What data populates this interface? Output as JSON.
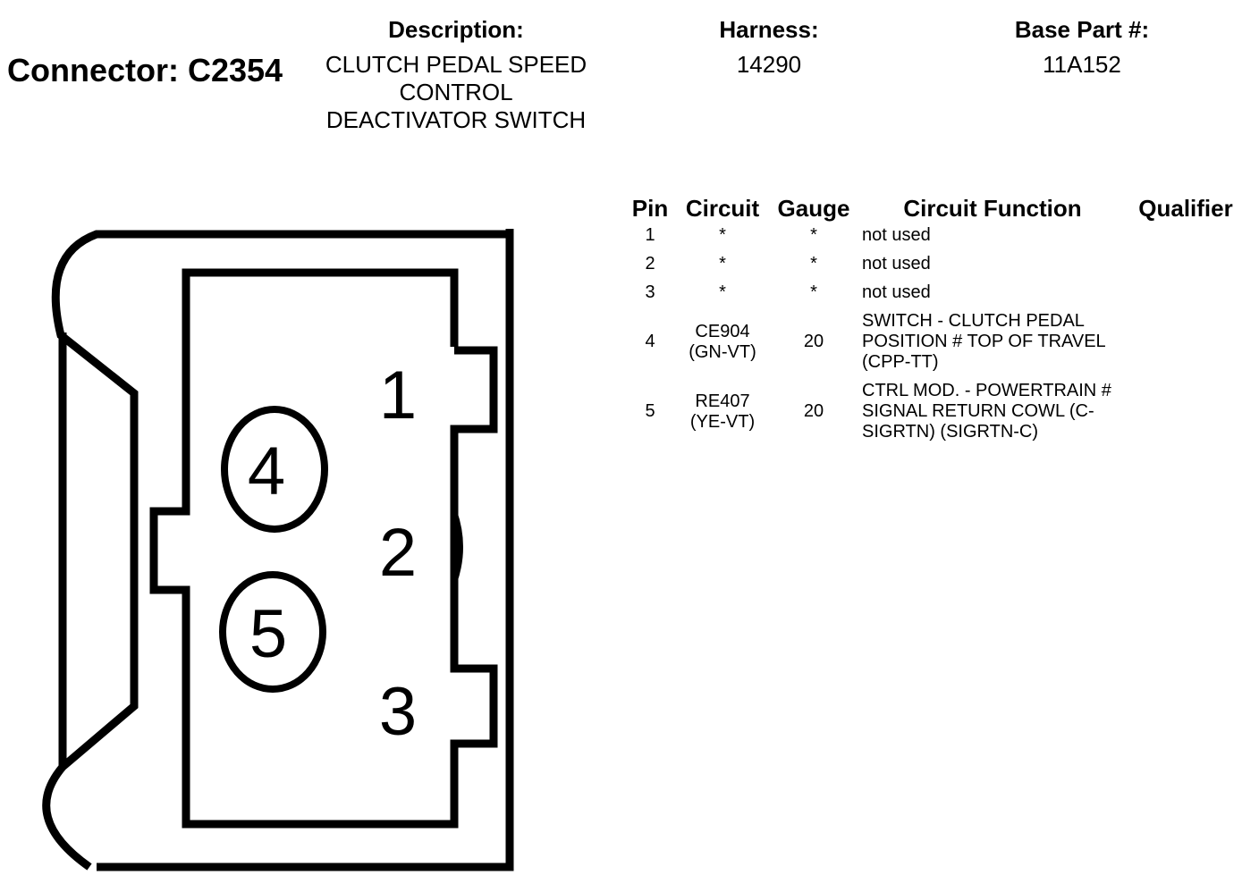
{
  "connector": {
    "title": "Connector: C2354"
  },
  "description": {
    "label": "Description:",
    "lines": [
      "CLUTCH PEDAL SPEED",
      "CONTROL",
      "DEACTIVATOR SWITCH"
    ]
  },
  "harness": {
    "label": "Harness:",
    "value": "14290"
  },
  "base_part": {
    "label": "Base Part #:",
    "value": "11A152"
  },
  "diagram_labels": {
    "pin1": "1",
    "pin2": "2",
    "pin3": "3",
    "pin4": "4",
    "pin5": "5"
  },
  "pin_table": {
    "headers": {
      "pin": "Pin",
      "circuit": "Circuit",
      "gauge": "Gauge",
      "function": "Circuit Function",
      "qualifier": "Qualifier"
    },
    "rows": [
      {
        "pin": "1",
        "circuit": "*",
        "color": "",
        "gauge": "*",
        "function": "not used",
        "qualifier": ""
      },
      {
        "pin": "2",
        "circuit": "*",
        "color": "",
        "gauge": "*",
        "function": "not used",
        "qualifier": ""
      },
      {
        "pin": "3",
        "circuit": "*",
        "color": "",
        "gauge": "*",
        "function": "not used",
        "qualifier": ""
      },
      {
        "pin": "4",
        "circuit": "CE904",
        "color": "(GN-VT)",
        "gauge": "20",
        "function": "SWITCH - CLUTCH PEDAL POSITION # TOP OF TRAVEL (CPP-TT)",
        "qualifier": ""
      },
      {
        "pin": "5",
        "circuit": "RE407",
        "color": "(YE-VT)",
        "gauge": "20",
        "function": "CTRL MOD. - POWERTRAIN # SIGNAL RETURN COWL (C-SIGRTN) (SIGRTN-C)",
        "qualifier": ""
      }
    ]
  }
}
